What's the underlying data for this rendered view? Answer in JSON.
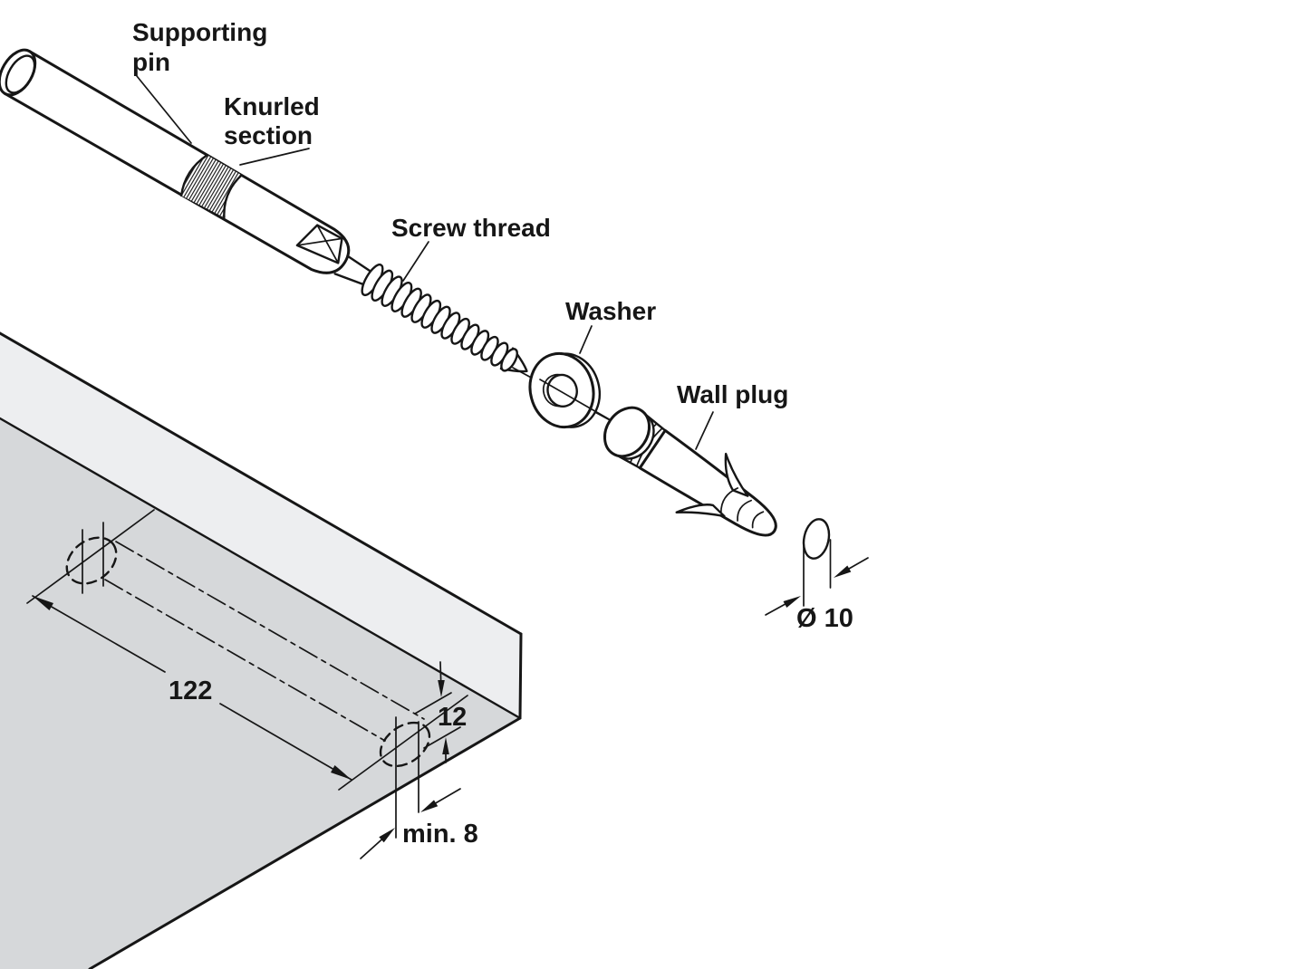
{
  "figure": {
    "background": "#ffffff",
    "line_color": "#161616",
    "board": {
      "edge_fill": "#edeef0",
      "face_fill": "#d6d8da"
    }
  },
  "labels": {
    "supporting_pin_line1": "Supporting",
    "supporting_pin_line2": "pin",
    "knurled_line1": "Knurled",
    "knurled_line2": "section",
    "screw_thread": "Screw thread",
    "washer": "Washer",
    "wall_plug": "Wall plug"
  },
  "dimensions": {
    "hole_depth": "122",
    "edge_distance": "12",
    "min_thickness": "min. 8",
    "plug_hole_diameter": "Ø 10"
  }
}
